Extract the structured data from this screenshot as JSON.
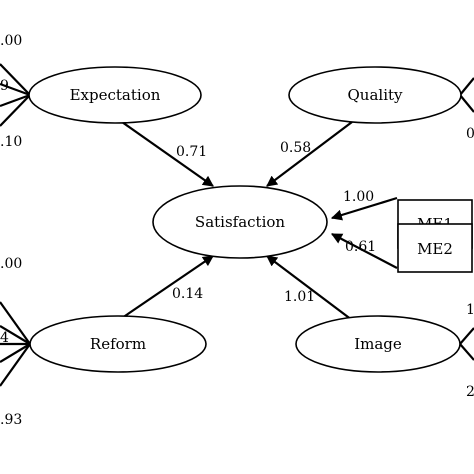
{
  "nodes": {
    "expectation": "Expectation",
    "quality": "Quality",
    "satisfaction": "Satisfaction",
    "me1": "ME1",
    "me2": "ME2",
    "reform": "Reform",
    "image": "Image"
  },
  "paths": {
    "expectation_satisfaction": "0.71",
    "quality_satisfaction": "0.58",
    "me1_satisfaction": "1.00",
    "me2_satisfaction": "0.61",
    "reform_satisfaction": "0.14",
    "image_satisfaction": "1.01"
  },
  "edge_fragments": {
    "top_left_upper": ".00",
    "top_left_middle": "9",
    "top_left_lower": ".10",
    "top_right_lower": "0",
    "bottom_left_upper": ".00",
    "bottom_left_middle": "4",
    "bottom_left_lower": ".93",
    "bottom_right_upper": "1",
    "bottom_right_lower": "2"
  }
}
